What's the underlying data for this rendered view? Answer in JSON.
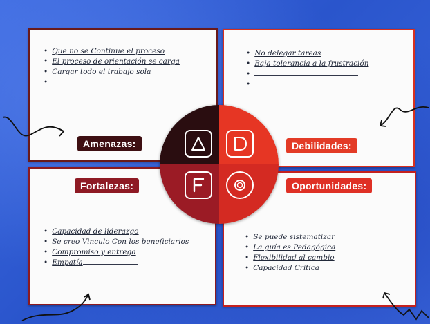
{
  "swot": {
    "amenazas": {
      "title": "Amenazas:",
      "letter": "A",
      "items": [
        "Que no se Continue el proceso",
        "El proceso de orientación se carga",
        "Cargar todo el trabajo sola"
      ],
      "blank_lines": 1
    },
    "debilidades": {
      "title": "Debilidades:",
      "letter": "D",
      "items": [
        "No delegar tareas",
        "Baja tolerancia a la frustración"
      ],
      "blank_lines": 2
    },
    "fortalezas": {
      "title": "Fortalezas:",
      "letter": "F",
      "items": [
        "Capacidad de liderazgo",
        "Se creo Vinculo Con los beneficiarios",
        "Compromiso y entrega",
        "Empatía"
      ]
    },
    "oportunidades": {
      "title": "Oportunidades:",
      "letter": "O",
      "items": [
        "Se puede sistematizar",
        "La guía es Pedagógica",
        "Flexibilidad al cambio",
        "Capacidad Crítica"
      ]
    }
  },
  "colors": {
    "background_blue": "#2f5fd6",
    "amenazas": "#2a0d10",
    "debilidades": "#e63624",
    "fortalezas": "#9b1b25",
    "oportunidades": "#d42a22"
  },
  "icons": [
    "letter-a-icon",
    "letter-d-icon",
    "letter-f-icon",
    "letter-o-icon",
    "curved-arrow-icon"
  ]
}
